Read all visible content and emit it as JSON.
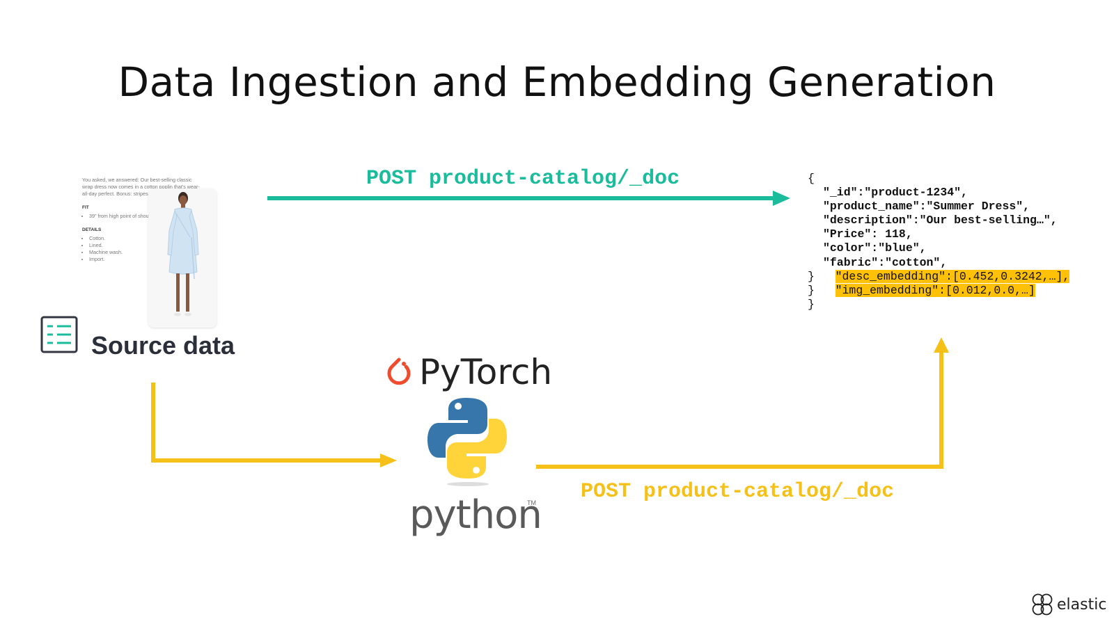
{
  "title": "Data Ingestion and Embedding Generation",
  "source": {
    "label": "Source data",
    "product_text": "You asked, we answered: Our best-selling classic wrap dress now comes in a cotton poplin that's wear-all-day perfect. Bonus: stripes (our favorite).",
    "fit_heading": "FIT",
    "fit_items": [
      "39\" from high point of should"
    ],
    "details_heading": "DETAILS",
    "details_items": [
      "Cotton.",
      "Lined.",
      "Machine wash.",
      "Import."
    ]
  },
  "top_arrow_label": "POST product-catalog/_doc",
  "bottom_arrow_label": "POST product-catalog/_doc",
  "tools": {
    "pytorch": "PyTorch",
    "python": "python",
    "python_tm": "TM"
  },
  "json_doc": {
    "open": "{",
    "lines": [
      "\"_id\":\"product-1234\",",
      "\"product_name\":\"Summer Dress\",",
      "\"description\":\"Our best-selling…\",",
      "\"Price\": 118,",
      "\"color\":\"blue\",",
      "\"fabric\":\"cotton\","
    ],
    "highlighted": [
      "\"desc_embedding\":[0.452,0.3242,…],",
      "\"img_embedding\":[0.012,0.0,…]"
    ],
    "close": "}"
  },
  "brand": "elastic",
  "colors": {
    "teal": "#1abc9c",
    "gold": "#f5c118",
    "highlight": "#ffc107"
  }
}
